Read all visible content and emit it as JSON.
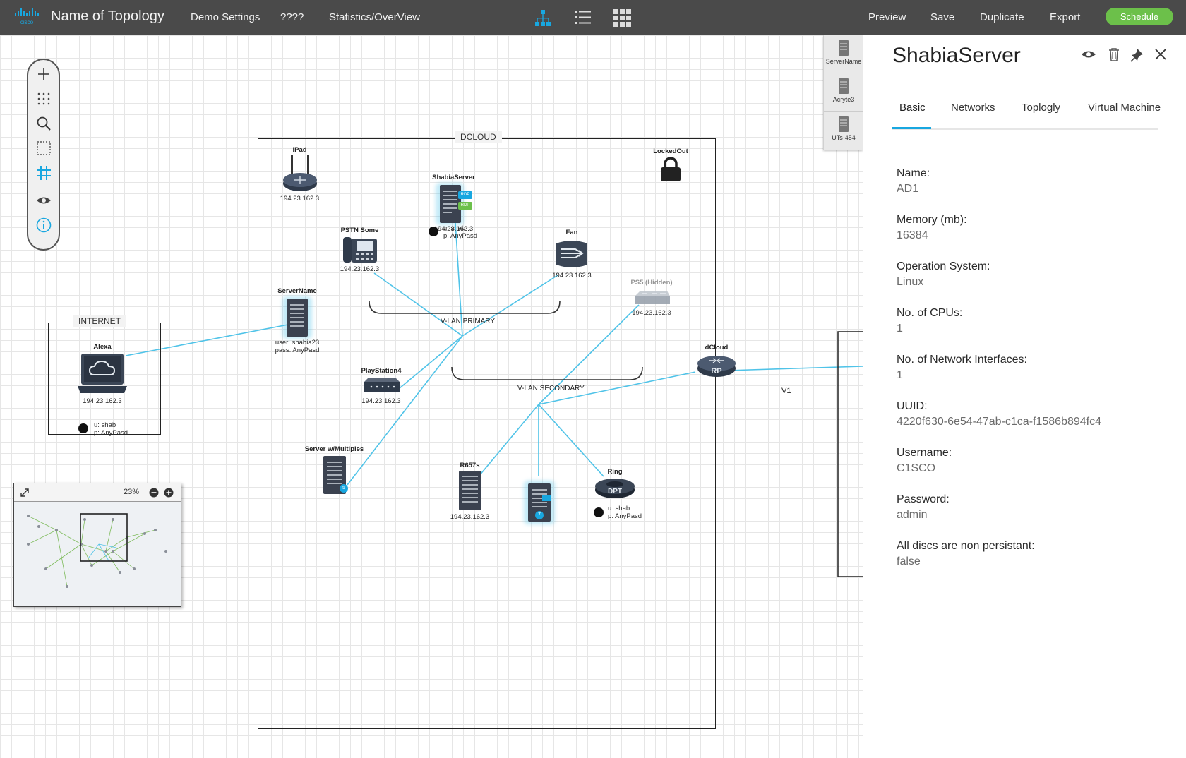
{
  "brand": {
    "logo_text": "cisco"
  },
  "header": {
    "title": "Name of Topology",
    "nav": [
      "Demo Settings",
      "????",
      "Statistics/OverView"
    ],
    "view_icons": [
      "topology-icon",
      "list-icon",
      "grid-icon"
    ],
    "actions": [
      "Preview",
      "Save",
      "Duplicate",
      "Export"
    ],
    "schedule_label": "Schedule"
  },
  "toolbar": [
    "plus-icon",
    "dots-grid-icon",
    "search-icon",
    "marquee-select-icon",
    "grid-snap-icon",
    "eye-icon",
    "info-icon"
  ],
  "shelf": [
    {
      "label": "ServerName",
      "icon": "server-icon"
    },
    {
      "label": "Acryte3",
      "icon": "server-icon"
    },
    {
      "label": "UTs-454",
      "icon": "server-icon"
    }
  ],
  "groups": {
    "dcloud": "DCLOUD",
    "internet": "INTERNET"
  },
  "nodes": {
    "ipad": {
      "label": "iPad",
      "addr": "194.23.162.3"
    },
    "shabia": {
      "label": "ShabiaServer",
      "addr": "194.23.162.3",
      "user": "u: shab",
      "pass": "p: AnyPasd",
      "badges": [
        "RDP",
        "RDP"
      ]
    },
    "lockedout": {
      "label": "LockedOut"
    },
    "pstn": {
      "label": "PSTN Some",
      "addr": "194.23.162.3"
    },
    "fan": {
      "label": "Fan",
      "addr": "194.23.162.3"
    },
    "ps5": {
      "label": "PS5 (Hidden)",
      "addr": "194.23.162.3"
    },
    "servername": {
      "label": "ServerName",
      "user": "user: shabia23",
      "pass": "pass: AnyPasd"
    },
    "alexa": {
      "label": "Alexa",
      "addr": "194.23.162.3",
      "user": "u: shab",
      "pass": "p: AnyPasd"
    },
    "playstation": {
      "label": "PlayStation4",
      "addr": "194.23.162.3"
    },
    "dcloud_router": {
      "label": "dCloud",
      "router_text": "RP"
    },
    "server_multi": {
      "label": "Server w/Multiples",
      "count": "5"
    },
    "r657s": {
      "label": "R657s",
      "addr": "194.23.162.3"
    },
    "unnamed_server": {
      "count": "7"
    },
    "ring": {
      "label": "Ring",
      "device_text": "DPT",
      "user": "u: shab",
      "pass": "p: AnyPasd"
    }
  },
  "vlans": {
    "primary": "V-LAN PRIMARY",
    "secondary": "V-LAN SECONDARY"
  },
  "link_label": "V1",
  "minimap": {
    "zoom": "23%"
  },
  "panel": {
    "title": "ShabiaServer",
    "icons": [
      "eye-icon",
      "trash-icon",
      "pin-icon",
      "close-icon"
    ],
    "tabs": [
      "Basic",
      "Networks",
      "Toplogly",
      "Virtual Machine"
    ],
    "active_tab": "Basic",
    "fields": [
      {
        "label": "Name:",
        "value": "AD1"
      },
      {
        "label": "Memory (mb):",
        "value": "16384"
      },
      {
        "label": "Operation System:",
        "value": "Linux"
      },
      {
        "label": "No. of CPUs:",
        "value": "1"
      },
      {
        "label": "No. of Network Interfaces:",
        "value": "1"
      },
      {
        "label": "UUID:",
        "value": "4220f630-6e54-47ab-c1ca-f1586b894fc4"
      },
      {
        "label": "Username:",
        "value": "C1SCO"
      },
      {
        "label": "Password:",
        "value": "admin"
      },
      {
        "label": "All discs are non persistant:",
        "value": "false"
      }
    ]
  },
  "colors": {
    "accent": "#18a7e0",
    "link": "#4fc3e8",
    "topbar": "#4a4a4a",
    "schedule": "#6cc04a"
  }
}
